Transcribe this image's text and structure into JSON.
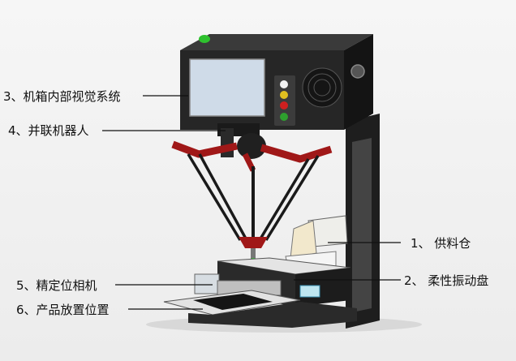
{
  "labels": {
    "vision": "3、机箱内部视觉系统",
    "robot": "4、并联机器人",
    "hopper": "1、 供料仓",
    "flex_plate": "2、 柔性振动盘",
    "camera": "5、精定位相机",
    "placement": "6、产品放置位置"
  },
  "colors": {
    "arm_red": "#a01818",
    "frame_black": "#1c1c1c",
    "screen": "#cfdbe8",
    "lamp_green": "#2ec12e"
  }
}
